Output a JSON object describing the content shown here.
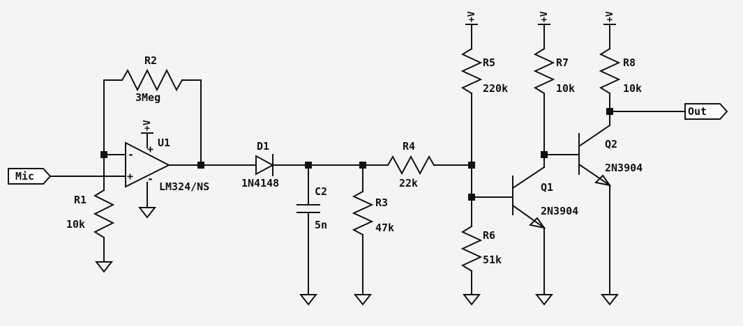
{
  "ports": {
    "in": "Mic",
    "out": "Out"
  },
  "supply_label": "+V",
  "components": {
    "r1": {
      "ref": "R1",
      "value": "10k"
    },
    "r2": {
      "ref": "R2",
      "value": "3Meg"
    },
    "r3": {
      "ref": "R3",
      "value": "47k"
    },
    "r4": {
      "ref": "R4",
      "value": "22k"
    },
    "r5": {
      "ref": "R5",
      "value": "220k"
    },
    "r6": {
      "ref": "R6",
      "value": "51k"
    },
    "r7": {
      "ref": "R7",
      "value": "10k"
    },
    "r8": {
      "ref": "R8",
      "value": "10k"
    },
    "c2": {
      "ref": "C2",
      "value": "5n"
    },
    "d1": {
      "ref": "D1",
      "value": "1N4148"
    },
    "u1": {
      "ref": "U1",
      "value": "LM324/NS",
      "pin_minus": "-",
      "pin_plus": "+",
      "supply_plus": "+",
      "supply_minus": "-"
    },
    "q1": {
      "ref": "Q1",
      "value": "2N3904"
    },
    "q2": {
      "ref": "Q2",
      "value": "2N3904"
    }
  }
}
